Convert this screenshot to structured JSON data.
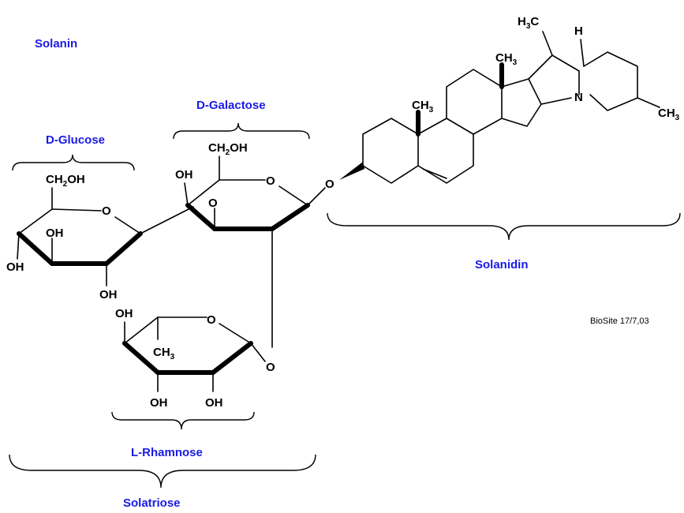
{
  "title": "Solanin",
  "labels": {
    "glucose": "D-Glucose",
    "galactose": "D-Galactose",
    "rhamnose": "L-Rhamnose",
    "solatriose": "Solatriose",
    "solanidin": "Solanidin"
  },
  "credit": "BioSite 17/7,03",
  "atoms": {
    "ch2oh_1": {
      "main": "CH",
      "sub": "2",
      "tail": "OH"
    },
    "ch2oh_2": {
      "main": "CH",
      "sub": "2",
      "tail": "OH"
    },
    "oh": "OH",
    "o": "O",
    "n": "N",
    "h": "H",
    "ch3": {
      "main": "CH",
      "sub": "3"
    },
    "h3c": {
      "main": "H",
      "sub": "3",
      "tail": "C"
    }
  },
  "colors": {
    "label": "#1a1ae6",
    "bond": "#000000"
  }
}
